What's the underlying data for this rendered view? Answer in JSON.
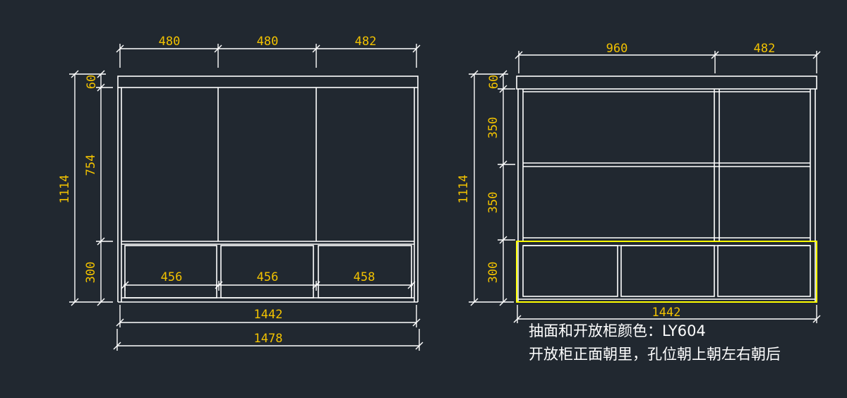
{
  "colors": {
    "background": "#212830",
    "line": "#ffffff",
    "dimension_text": "#f2c200",
    "highlight": "#ffff00"
  },
  "left_view": {
    "top_dims": [
      "480",
      "480",
      "482"
    ],
    "left_total": "1114",
    "left_parts": [
      "60",
      "754",
      "300"
    ],
    "drawer_dims": [
      "456",
      "456",
      "458"
    ],
    "bottom_inner": "1442",
    "bottom_outer": "1478"
  },
  "right_view": {
    "top_dims": [
      "960",
      "482"
    ],
    "left_total": "1114",
    "left_parts": [
      "60",
      "350",
      "350",
      "300"
    ],
    "bottom_dim": "1442"
  },
  "notes": {
    "line1": "抽面和开放柜颜色：LY604",
    "line2": "开放柜正面朝里，孔位朝上朝左右朝后"
  }
}
